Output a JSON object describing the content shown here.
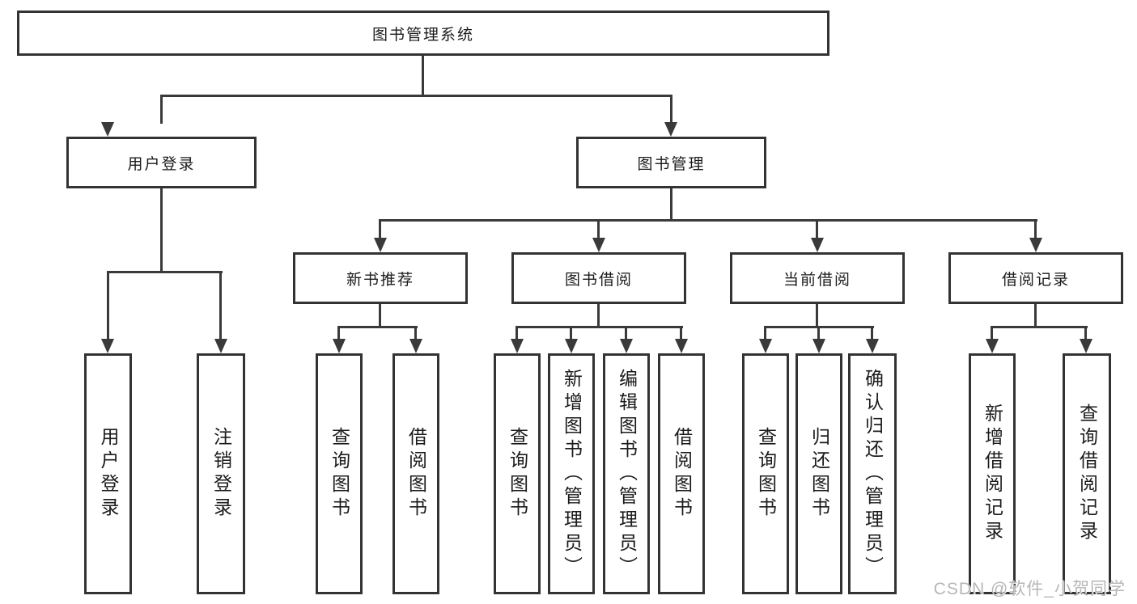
{
  "diagram": {
    "type": "hierarchy-tree",
    "colors": {
      "line": "#3a3a3a",
      "border": "#333333",
      "text": "#1b1b1b",
      "watermark": "#b6b6b6",
      "background": "#ffffff"
    },
    "tree": {
      "root": {
        "label": "图书管理系统",
        "children": [
          {
            "label": "用户登录",
            "children": [
              {
                "label": "用户登录"
              },
              {
                "label": "注销登录"
              }
            ]
          },
          {
            "label": "图书管理",
            "children": [
              {
                "label": "新书推荐",
                "children": [
                  {
                    "label": "查询图书"
                  },
                  {
                    "label": "借阅图书"
                  }
                ]
              },
              {
                "label": "图书借阅",
                "children": [
                  {
                    "label": "查询图书"
                  },
                  {
                    "label": "新增图书（管理员）"
                  },
                  {
                    "label": "编辑图书（管理员）"
                  },
                  {
                    "label": "借阅图书"
                  }
                ]
              },
              {
                "label": "当前借阅",
                "children": [
                  {
                    "label": "查询图书"
                  },
                  {
                    "label": "归还图书"
                  },
                  {
                    "label": "确认归还（管理员）"
                  }
                ]
              },
              {
                "label": "借阅记录",
                "children": [
                  {
                    "label": "新增借阅记录"
                  },
                  {
                    "label": "查询借阅记录"
                  }
                ]
              }
            ]
          }
        ]
      }
    }
  },
  "watermark": {
    "text": "CSDN @软件_小贺同学"
  }
}
